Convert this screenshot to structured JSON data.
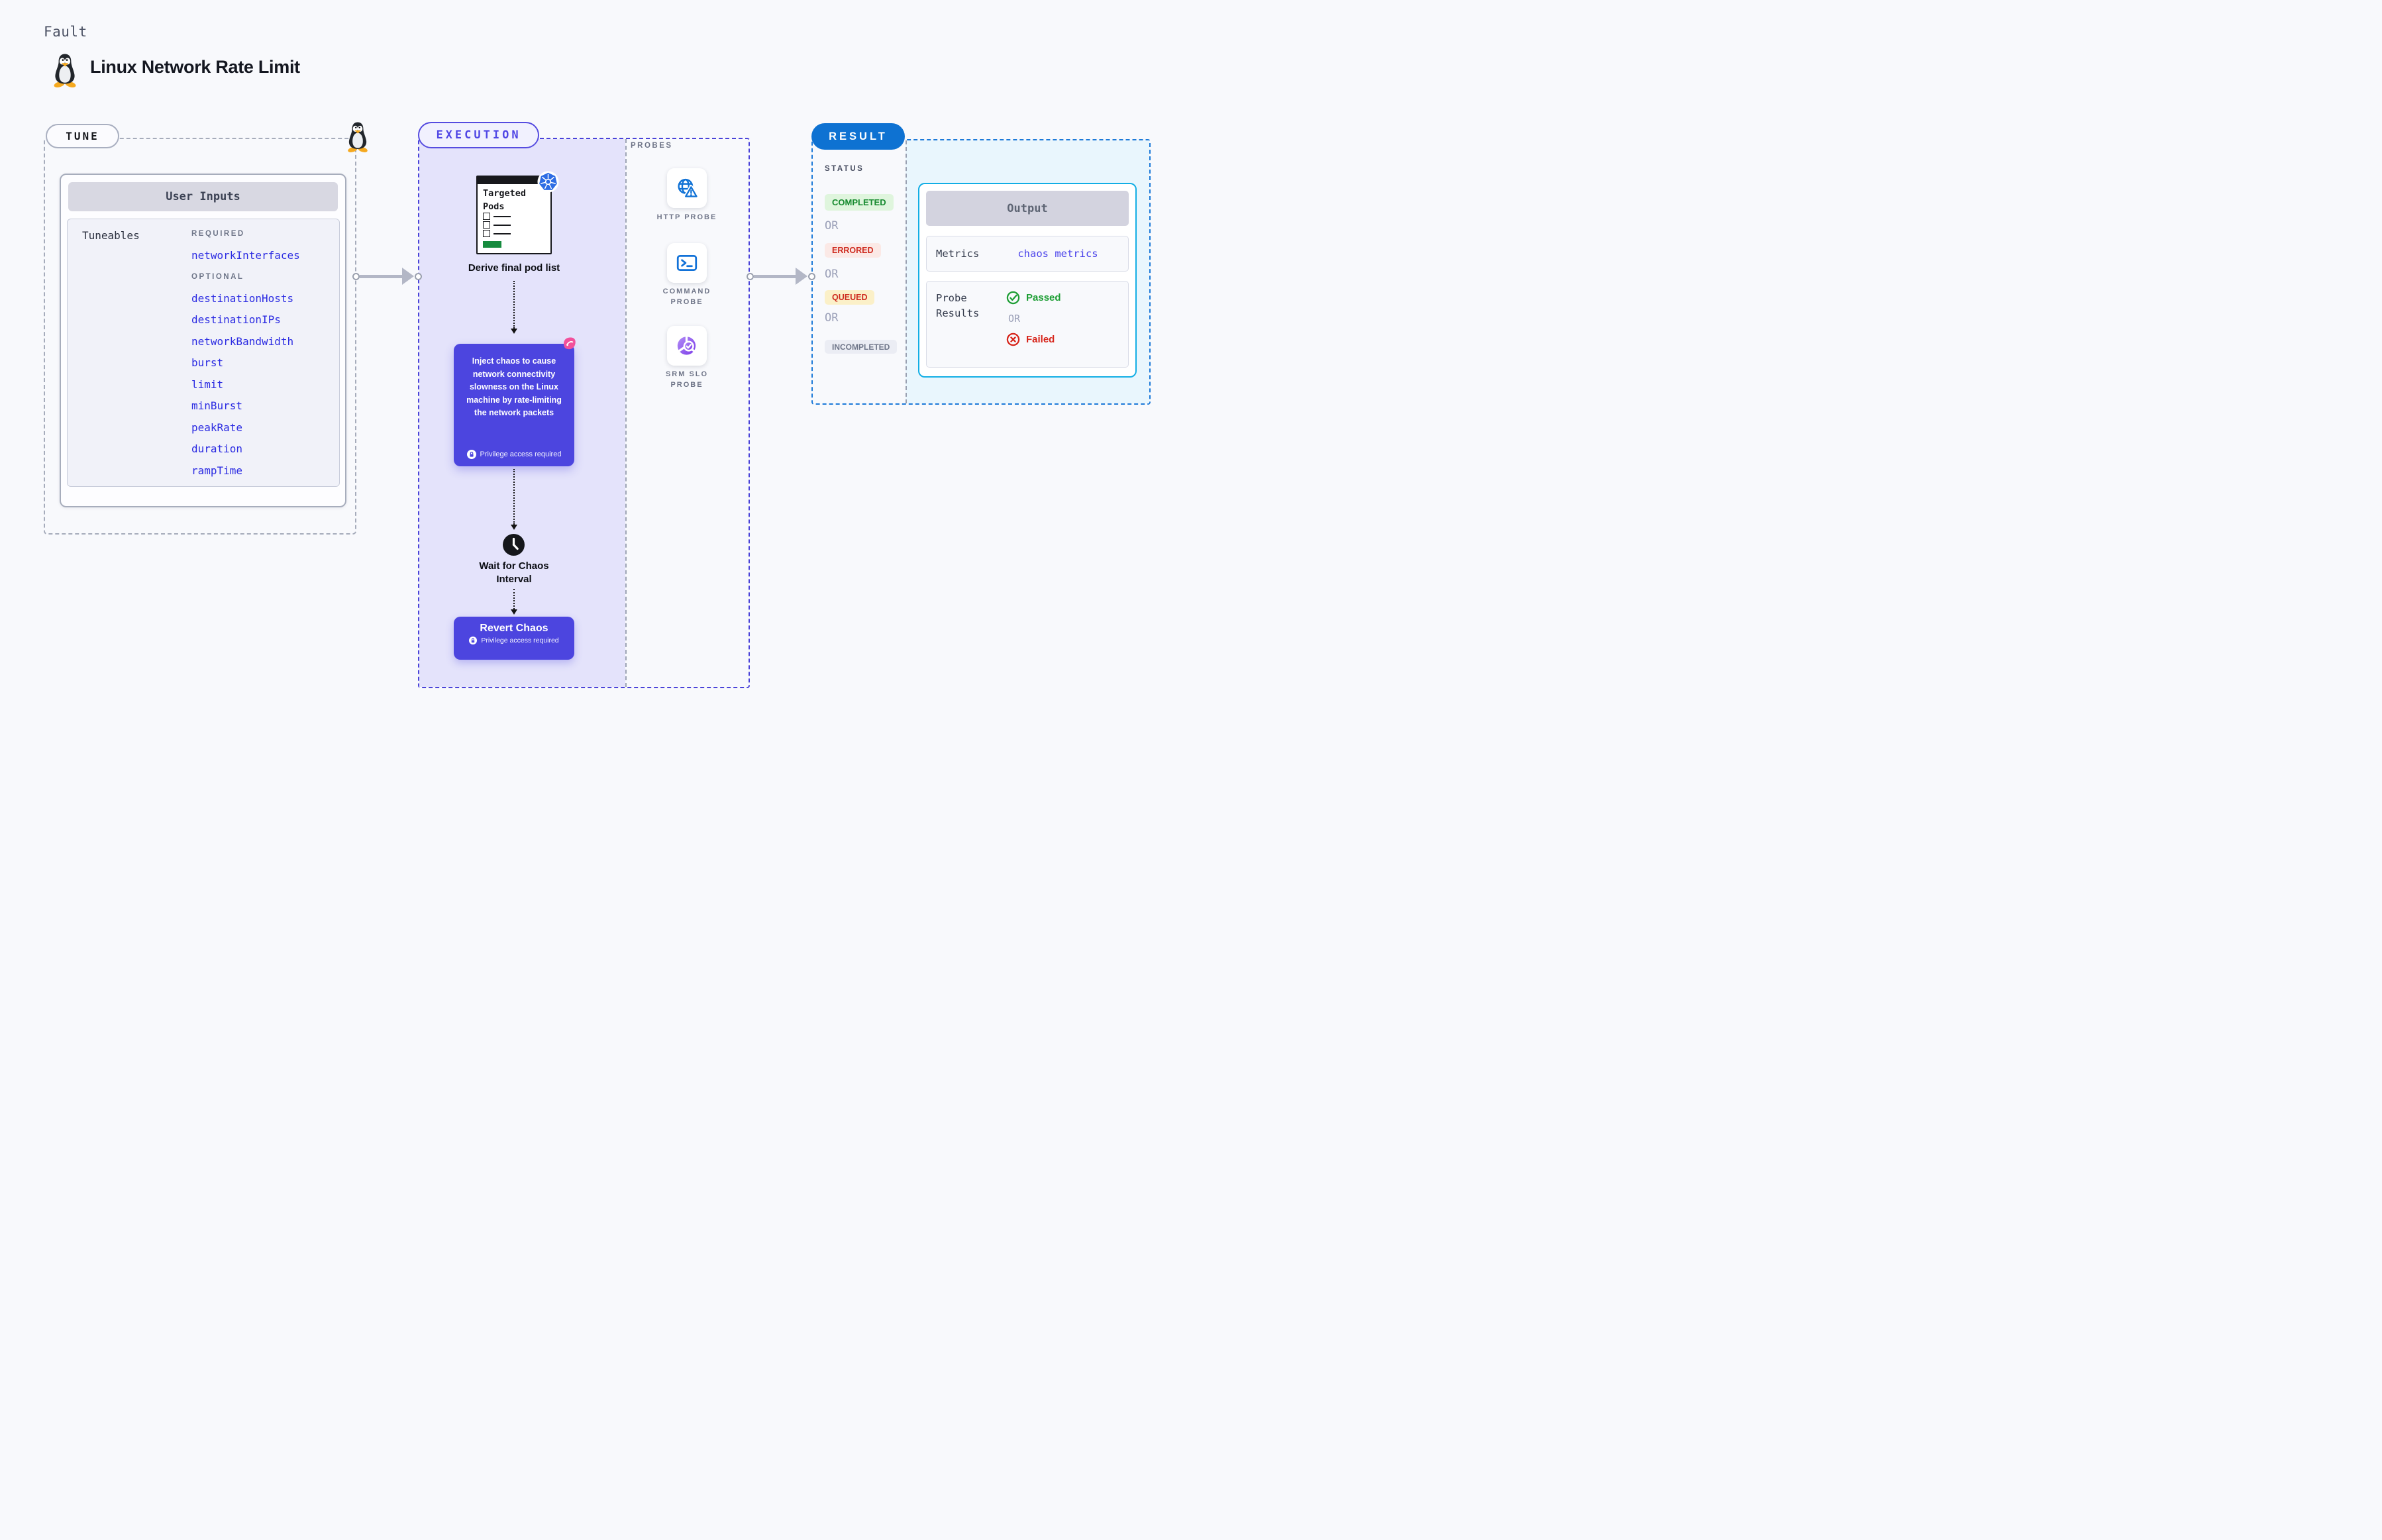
{
  "header": {
    "kind_label": "Fault",
    "title": "Linux Network Rate Limit"
  },
  "tune": {
    "label": "TUNE",
    "user_inputs_title": "User Inputs",
    "tuneables_label": "Tuneables",
    "required_label": "REQUIRED",
    "optional_label": "OPTIONAL",
    "required_params": [
      "networkInterfaces"
    ],
    "optional_params": [
      "destinationHosts",
      "destinationIPs",
      "networkBandwidth",
      "burst",
      "limit",
      "minBurst",
      "peakRate",
      "duration",
      "rampTime"
    ]
  },
  "execution": {
    "label": "EXECUTION",
    "targeted_pods_title": "Targeted Pods",
    "derive_step": "Derive final pod list",
    "inject_step": "Inject chaos to cause network connectivity slowness on the Linux machine by rate-limiting the network packets",
    "privilege_note": "Privilege access required",
    "wait_step": "Wait for Chaos Interval",
    "revert_step": "Revert Chaos"
  },
  "probes": {
    "label": "PROBES",
    "items": [
      {
        "name": "http-probe",
        "label": "HTTP PROBE"
      },
      {
        "name": "command-probe",
        "label": "COMMAND PROBE"
      },
      {
        "name": "srm-slo-probe",
        "label": "SRM SLO PROBE"
      }
    ]
  },
  "result": {
    "label": "RESULT",
    "status_label": "STATUS",
    "or_label": "OR",
    "statuses": [
      {
        "label": "COMPLETED",
        "color": "#168A2F",
        "bg": "#DFF5DD"
      },
      {
        "label": "ERRORED",
        "color": "#CE2A1E",
        "bg": "#FBE9E6"
      },
      {
        "label": "QUEUED",
        "color": "#CE2A1E",
        "bg": "#FBF0C8"
      },
      {
        "label": "INCOMPLETED",
        "color": "#6F7689",
        "bg": "#EBEDF4"
      }
    ],
    "output": {
      "title": "Output",
      "metrics_label": "Metrics",
      "metrics_value": "chaos metrics",
      "probe_results_label": "Probe Results",
      "passed_label": "Passed",
      "failed_label": "Failed"
    }
  },
  "icons": {
    "header": "tux-penguin-icon",
    "tune_corner": "tux-penguin-icon",
    "targeted_pods_badge": "kubernetes-icon",
    "inject_badge": "litmus-chaos-icon",
    "wait": "clock-icon",
    "privilege": "lock-icon",
    "http_probe": "globe-alert-icon",
    "command_probe": "terminal-icon",
    "srm_slo_probe": "slo-donut-check-icon",
    "passed": "check-circle-icon",
    "failed": "x-circle-icon"
  },
  "colors": {
    "page_bg": "#F8F9FC",
    "accent_indigo": "#4C45DF",
    "execution_bg": "#E4E3FB",
    "result_blue": "#0E72D2",
    "result_bg": "#E9F6FD",
    "output_border_cyan": "#12AEE5",
    "link_blue": "#2B2BE2",
    "passed_green": "#1E9E35",
    "failed_red": "#D7261C",
    "pods_green": "#168B3E"
  }
}
